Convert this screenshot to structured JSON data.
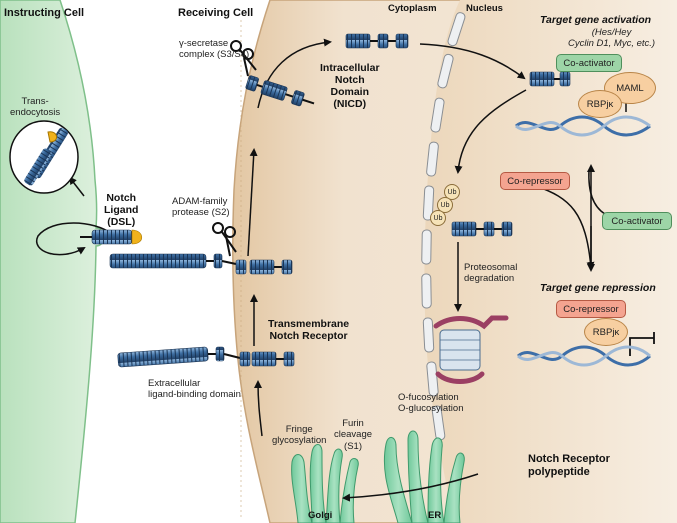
{
  "headers": {
    "instructing_cell": "Instructing Cell",
    "receiving_cell": "Receiving Cell",
    "cytoplasm": "Cytoplasm",
    "nucleus": "Nucleus"
  },
  "labels": {
    "trans_endocytosis": "Trans-\nendocytosis",
    "notch_ligand": "Notch\nLigand\n(DSL)",
    "gamma_secretase": "γ-secretase\ncomplex (S3/S4)",
    "adam_protease": "ADAM-family\nprotease (S2)",
    "nicd": "Intracellular\nNotch\nDomain\n(NICD)",
    "transmembrane_receptor": "Transmembrane\nNotch Receptor",
    "extracellular_domain": "Extracellular\nligand-binding domain",
    "fringe": "Fringe\nglycosylation",
    "furin": "Furin\ncleavage\n(S1)",
    "golgi": "Golgi",
    "er": "ER",
    "o_fucosylation": "O-fucosylation\nO-glucosylation",
    "notch_polypeptide": "Notch Receptor\npolypeptide",
    "proteosomal": "Proteosomal\ndegradation",
    "target_activation": "Target gene activation",
    "target_activation_sub": "(Hes/Hey\nCyclin D1, Myc, etc.)",
    "target_repression": "Target gene repression",
    "ub": "Ub"
  },
  "boxes": {
    "coactivator_top": "Co-activator",
    "maml": "MAML",
    "rbpjk_top": "RBPjκ",
    "corepressor_mid": "Co-repressor",
    "coactivator_mid": "Co-activator",
    "corepressor_bottom": "Co-repressor",
    "rbpjk_bottom": "RBPjκ"
  },
  "colors": {
    "instructing_cell": "#cde9cf",
    "receiving_cell": "#eedcc4",
    "nucleus": "#f0e0cc",
    "receptor": "#3e6fa3",
    "ligand_cap": "#f0b21c",
    "organelle": "#8fd4ad",
    "proteasome": "#9b3f63",
    "dna": "#3d6ea8"
  }
}
